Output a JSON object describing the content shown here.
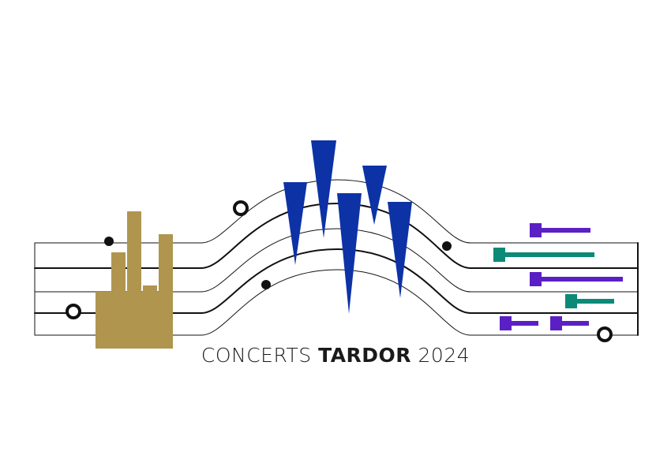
{
  "caption": {
    "part1": "CONCERTS ",
    "part2": "TARDOR",
    "part3": " 2024"
  },
  "colors": {
    "organ": "#b0954f",
    "blue_notes": "#0d32a6",
    "purple": "#5b20c4",
    "teal": "#0c8a78",
    "staff": "#111111"
  },
  "icons": [
    "organ-pipes-icon",
    "blue-triangle-notes-icon",
    "purple-hammer-notes-icon",
    "teal-hammer-notes-icon",
    "note-dot-icon",
    "note-ring-icon"
  ]
}
